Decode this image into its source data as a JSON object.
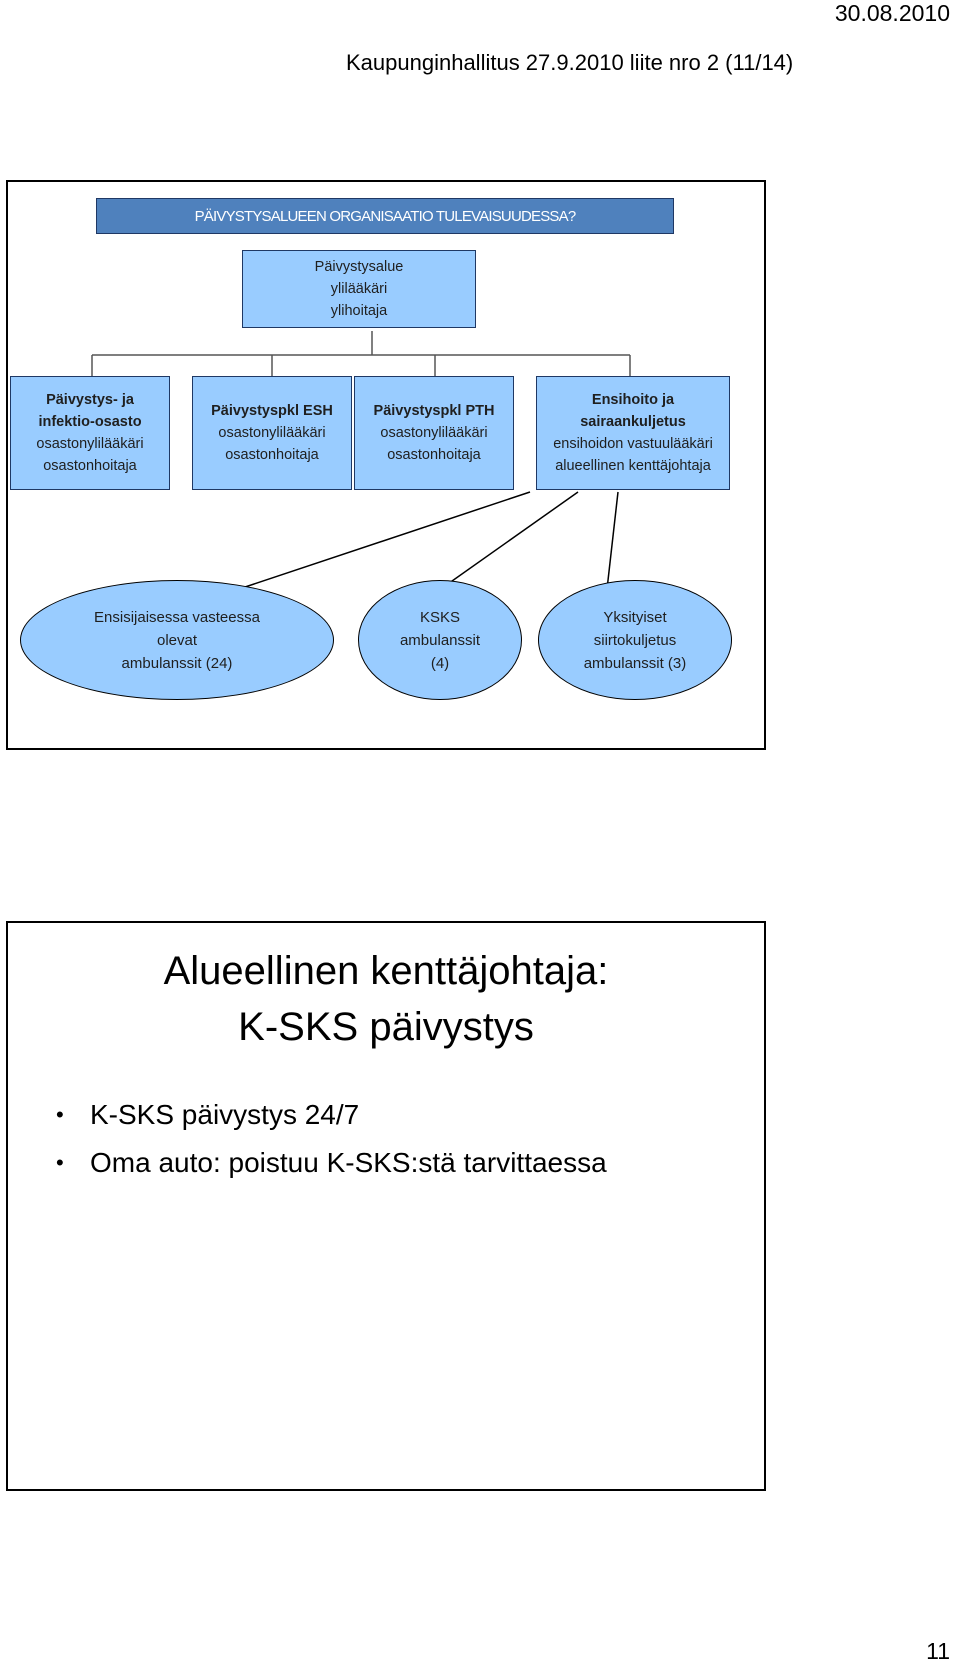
{
  "page": {
    "date": "30.08.2010",
    "header": "Kaupunginhallitus 27.9.2010 liite nro 2 (11/14)",
    "page_number": "11"
  },
  "slide1": {
    "title": "PÄIVYSTYSALUEEN ORGANISAATIO TULEVAISUUDESSA?",
    "top_box": {
      "lines": [
        "Päivystysalue",
        "ylilääkäri",
        "ylihoitaja"
      ]
    },
    "units": [
      {
        "title_lines": [
          "Päivystys- ja",
          "infektio-osasto"
        ],
        "lines": [
          "osastonylilääkäri",
          "osastonhoitaja"
        ]
      },
      {
        "title_lines": [
          "Päivystyspkl ESH"
        ],
        "lines": [
          "osastonylilääkäri",
          "osastonhoitaja"
        ]
      },
      {
        "title_lines": [
          "Päivystyspkl PTH"
        ],
        "lines": [
          "osastonylilääkäri",
          "osastonhoitaja"
        ]
      },
      {
        "title_lines": [
          "Ensihoito ja",
          "sairaankuljetus"
        ],
        "lines": [
          "ensihoidon vastuulääkäri",
          "alueellinen kenttäjohtaja"
        ]
      }
    ],
    "ambulances": [
      {
        "lines": [
          "Ensisijaisessa vasteessa",
          "olevat",
          "ambulanssit (24)"
        ]
      },
      {
        "lines": [
          "KSKS",
          "ambulanssit",
          "(4)"
        ]
      },
      {
        "lines": [
          "Yksityiset",
          "siirtokuljetus",
          "ambulanssit (3)"
        ]
      }
    ],
    "colors": {
      "title_bar": "#4f81bd",
      "box_fill": "#99ccff",
      "border": "#1f3864"
    }
  },
  "slide2": {
    "title_lines": [
      "Alueellinen kenttäjohtaja:",
      "K-SKS päivystys"
    ],
    "bullets": [
      "K-SKS päivystys 24/7",
      "Oma auto: poistuu K-SKS:stä tarvittaessa"
    ]
  }
}
